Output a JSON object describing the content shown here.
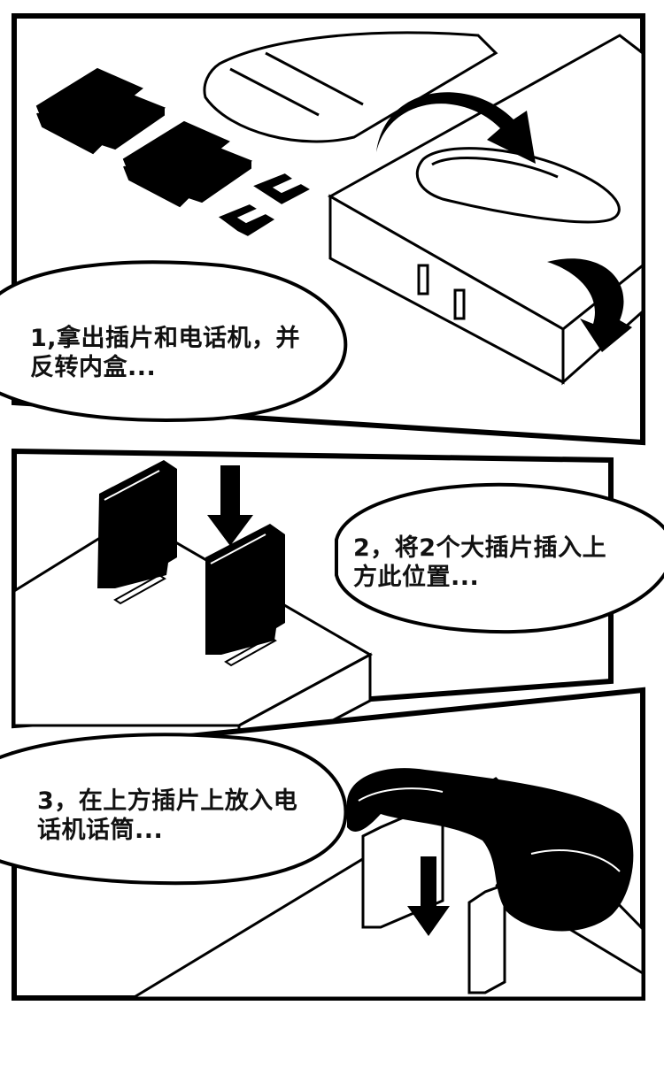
{
  "steps": [
    {
      "line1": "1,拿出插片和电话机，并",
      "line2": "反转内盒..."
    },
    {
      "line1": "2，将2个大插片插入上",
      "line2": "方此位置..."
    },
    {
      "line1": "3，在上方插片上放入电",
      "line2": "话机话筒..."
    }
  ],
  "colors": {
    "ink": "#000000",
    "paper": "#ffffff"
  }
}
